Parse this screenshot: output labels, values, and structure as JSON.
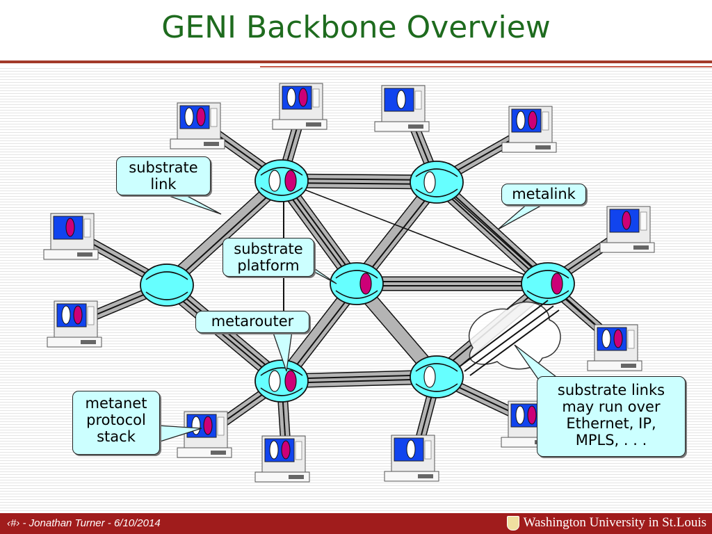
{
  "slide": {
    "title": "GENI Backbone Overview"
  },
  "callouts": {
    "substrate_link": "substrate\nlink",
    "metalink": "metalink",
    "substrate_platform": "substrate\nplatform",
    "metarouter": "metarouter",
    "metanet_protocol_stack": "metanet\nprotocol\nstack",
    "substrate_links_run_over": "substrate links\nmay run over\nEthernet, IP,\nMPLS, . . ."
  },
  "footer": {
    "text": "‹#› - Jonathan Turner - 6/10/2014",
    "logo": "Washington University in St.Louis"
  },
  "colors": {
    "title": "#1e6b1e",
    "footer_bar": "#a01c1c",
    "node_fill": "#66ffff",
    "screen_blue": "#1144ee",
    "magenta": "#cc0077",
    "callout_fill": "#ccffff"
  }
}
